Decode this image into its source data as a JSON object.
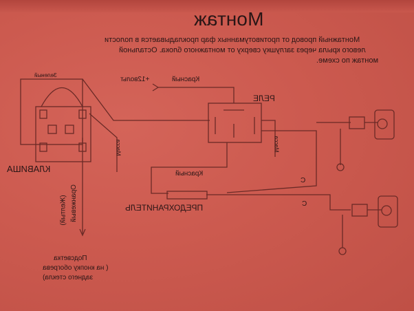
{
  "title": "Монтаж",
  "description": [
    "Монтажный провод от противотуманных фар прокладывается в полости",
    "левого крыла через заглушку сверху от монтажного блока. Остальной",
    "монтаж по схеме."
  ],
  "labels": {
    "green": "Зеленый",
    "red_top": "Красный",
    "plus12": "+12вольт",
    "relay": "РЕЛЕ",
    "mass_left": "Масса",
    "mass_relay": "Масса",
    "switch": "КЛАВИША",
    "red_fuse": "Красный",
    "fuse": "ПРЕДОХРАНИТЕЛЬ",
    "orange": "Оранжевый",
    "yellow": "(Желтый)",
    "c_top": "С",
    "c_bottom": "С",
    "backlight": [
      "Подсветка",
      "( на кнопку обогрева",
      "заднего стекла)"
    ]
  }
}
